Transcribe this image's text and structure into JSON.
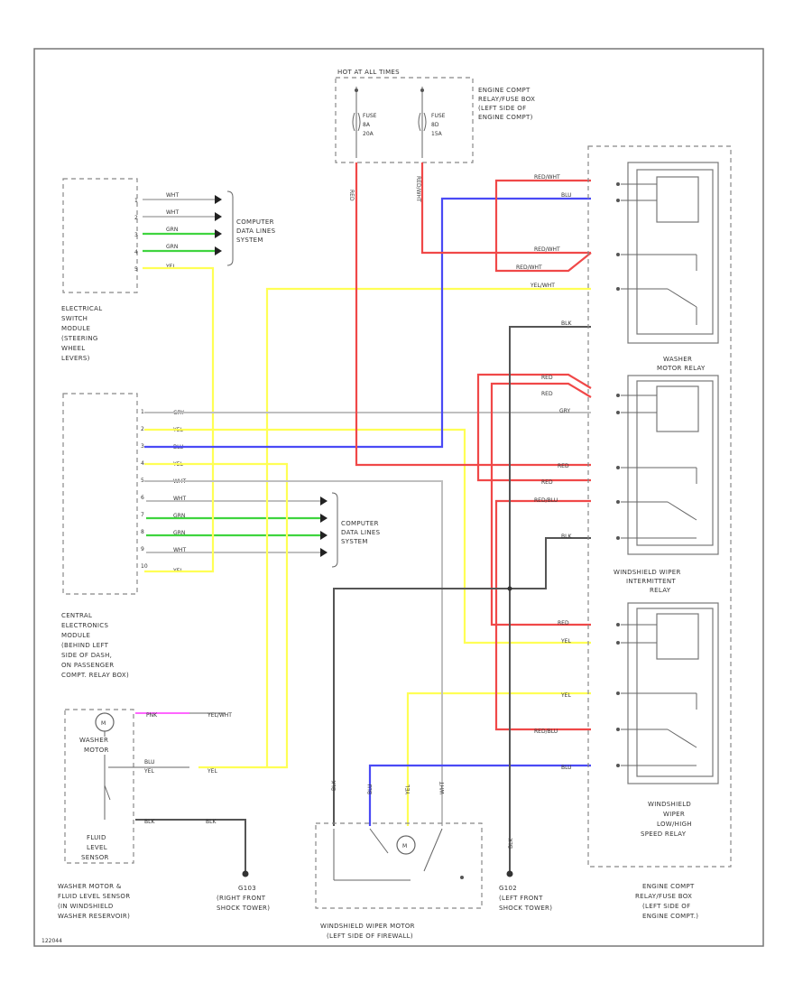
{
  "labels": {
    "hot_at_all_times": "HOT AT ALL TIMES",
    "relay_fuse_box_top": [
      "ENGINE COMPT",
      "RELAY/FUSE BOX",
      "(LEFT SIDE OF",
      "ENGINE COMPT)"
    ],
    "fuse1": [
      "FUSE",
      "8A",
      "20A"
    ],
    "fuse2": [
      "FUSE",
      "8D",
      "15A"
    ],
    "computer_data_1": [
      "COMPUTER",
      "DATA LINES",
      "SYSTEM"
    ],
    "computer_data_2": [
      "COMPUTER",
      "DATA LINES",
      "SYSTEM"
    ],
    "esm": [
      "ELECTRICAL",
      "SWITCH",
      "MODULE",
      "(STEERING",
      "WHEEL",
      "LEVERS)"
    ],
    "cem": [
      "CENTRAL",
      "ELECTRONICS",
      "MODULE",
      "(BEHIND LEFT",
      "SIDE OF DASH,",
      "ON PASSENGER",
      "COMPT. RELAY BOX)"
    ],
    "washer_motor_relay": [
      "WASHER",
      "MOTOR RELAY"
    ],
    "intermittent_relay": [
      "WINDSHIELD WIPER",
      "INTERMITTENT",
      "RELAY"
    ],
    "speed_relay": [
      "WINDSHIELD",
      "WIPER",
      "LOW/HIGH",
      "SPEED RELAY"
    ],
    "relay_fuse_box_bottom": [
      "ENGINE COMPT",
      "RELAY/FUSE BOX",
      "(LEFT SIDE OF",
      "ENGINE COMPT.)"
    ],
    "washer_motor": [
      "WASHER",
      "MOTOR"
    ],
    "fluid_level": [
      "FLUID",
      "LEVEL",
      "SENSOR"
    ],
    "washer_caption": [
      "WASHER MOTOR &",
      "FLUID LEVEL SENSOR",
      "(IN WINDSHIELD",
      "WASHER RESERVOIR)"
    ],
    "g103": [
      "G103",
      "(RIGHT FRONT",
      "SHOCK TOWER)"
    ],
    "wiper_motor": [
      "WINDSHIELD WIPER MOTOR",
      "(LEFT SIDE OF FIREWALL)"
    ],
    "g102": [
      "G102",
      "(LEFT FRONT",
      "SHOCK TOWER)"
    ],
    "ref": "122044"
  },
  "wires": {
    "wht": "WHT",
    "grn": "GRN",
    "yel": "YEL",
    "gry": "GRY",
    "blu": "BLU",
    "red": "RED",
    "blk": "BLK",
    "red_blu": "RED/BLU",
    "red_wht": "RED/WHT",
    "yel_wht": "YEL/WHT",
    "pnk": "PNK"
  },
  "colors": {
    "red": "#f04848",
    "blue": "#4a4af5",
    "yellow": "#ffff55",
    "green": "#3fd43f",
    "gray": "#bfbfbf",
    "black": "#555555",
    "pink": "#ff66ff"
  }
}
